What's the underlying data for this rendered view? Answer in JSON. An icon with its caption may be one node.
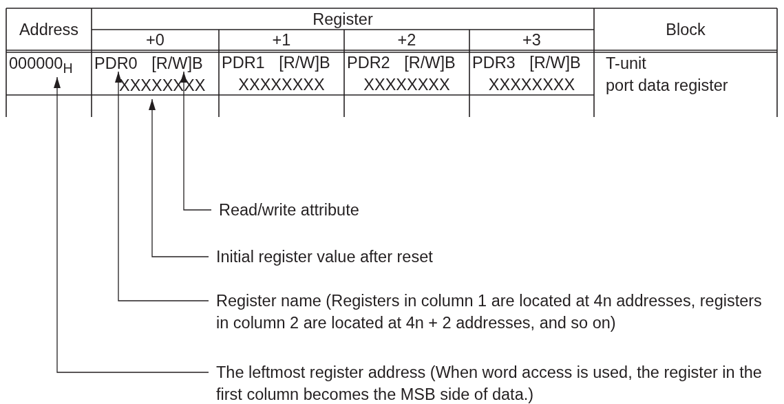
{
  "diagram": {
    "nodes": [
      {
        "text": [
          "000000$_{H}$"
        ]
      },
      {
        "text": [
          "PDR0 [R/W]B",
          "XXXXXXXX"
        ]
      },
      {
        "text": [
          "Read/write attribute"
        ]
      },
      {
        "text": [
          "Initial register value after reset"
        ]
      },
      {
        "text": [
          "Register name (Registers in column 1 are located at 4n addresses, registers in column 2 are located at 4n + 2 addresses, and so on)"
        ]
      },
      {
        "text": [
          "The leftmost register address (When word access is used, the register in the first column becomes the MSB side of data.)"
        ]
      }
    ],
    "edges": [
      {
        "from": 2,
        "to": 1,
        "arrow": "to"
      },
      {
        "from": 3,
        "to": 1,
        "arrow": "to"
      },
      {
        "from": 4,
        "to": 1,
        "arrow": "to"
      },
      {
        "from": 5,
        "to": 0,
        "arrow": "to"
      }
    ],
    "labels": [
      "Address",
      "Register",
      "Block",
      "+0",
      "+1",
      "+2",
      "+3",
      "PDR1 [R/W]B",
      "XXXXXXXX",
      "PDR2 [R/W]B",
      "XXXXXXXX",
      "PDR3 [R/W]B",
      "XXXXXXXX",
      "T-unit",
      "port data register"
    ]
  }
}
